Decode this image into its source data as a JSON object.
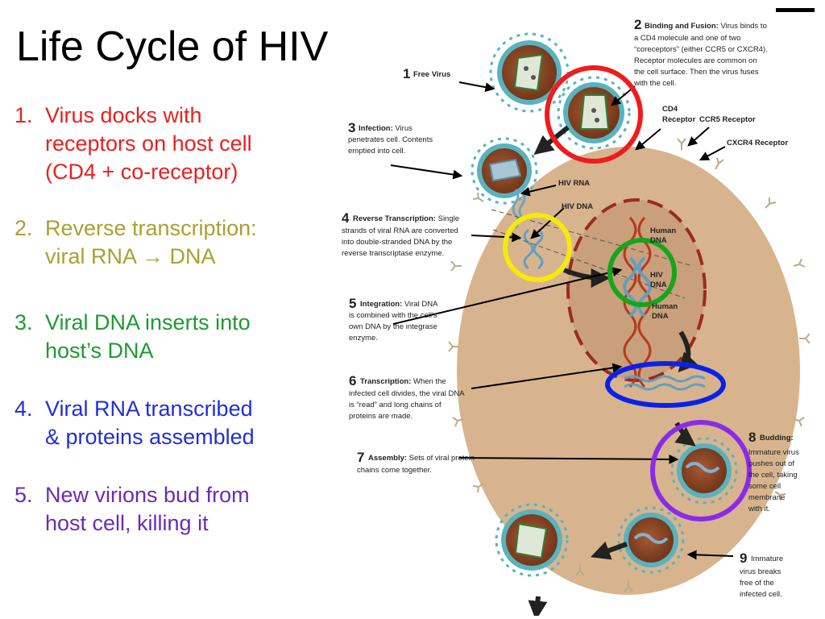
{
  "slide": {
    "title": "Life Cycle of HIV",
    "points": [
      {
        "num": "1.",
        "text": "Virus docks with\nreceptors on host cell\n(CD4 + co-receptor)",
        "color": "#e8211e"
      },
      {
        "num": "2.",
        "text": "Reverse transcription:\nviral RNA → DNA",
        "color": "#a9a033"
      },
      {
        "num": "3.",
        "text": "Viral DNA inserts into\nhost’s DNA",
        "color": "#1f9a31"
      },
      {
        "num": "4.",
        "text": "Viral RNA transcribed\n& proteins assembled",
        "color": "#1f2fd6"
      },
      {
        "num": "5.",
        "text": "New virions bud from\nhost cell, killing it",
        "color": "#6a2bb8"
      }
    ]
  },
  "diagram": {
    "steps": [
      {
        "num": "1",
        "title": "Free Virus",
        "body": []
      },
      {
        "num": "2",
        "title": "Binding and Fusion:",
        "body": [
          " Virus binds to",
          "a CD4 molecule and one of two",
          "“coreceptors” (either CCR5 or CXCR4).",
          "Receptor molecules are common on",
          "the cell surface.  Then the virus fuses",
          "with the cell."
        ]
      },
      {
        "num": "3",
        "title": "Infection:",
        "body": [
          " Virus",
          "penetrates cell.  Contents",
          "emptied into cell."
        ]
      },
      {
        "num": "4",
        "title": "Reverse Transcription:",
        "body": [
          " Single",
          "strands of viral RNA are converted",
          "into double-stranded DNA by the",
          "reverse transcriptase enzyme."
        ]
      },
      {
        "num": "5",
        "title": "Integration:",
        "body": [
          " Viral DNA",
          "is combined with the cell’s",
          "own DNA by the integrase",
          "enzyme."
        ]
      },
      {
        "num": "6",
        "title": "Transcription:",
        "body": [
          " When the",
          "infected cell divides, the viral DNA",
          "is “read” and long chains of",
          "proteins are made."
        ]
      },
      {
        "num": "7",
        "title": "Assembly:",
        "body": [
          " Sets of viral protein",
          "chains come together."
        ]
      },
      {
        "num": "8",
        "title": "Budding:",
        "body": [
          "Immature virus",
          "pushes out of",
          "the cell, taking",
          "some cell",
          "membrane",
          "with it."
        ]
      },
      {
        "num": "9",
        "title": "Immature",
        "body": [
          "virus breaks",
          "free of the",
          "infected cell."
        ]
      }
    ],
    "labels": {
      "cd4": [
        "CD4",
        "Receptor"
      ],
      "ccr5": "CCR5 Receptor",
      "cxcr4": "CXCR4 Receptor",
      "hiv_rna": "HIV RNA",
      "hiv_dna": "HIV DNA",
      "human_dna_top": [
        "Human",
        "DNA"
      ],
      "hiv_dna_nuc": [
        "HIV",
        "DNA"
      ],
      "human_dna_bottom": [
        "Human",
        "DNA"
      ]
    },
    "highlight_colors": {
      "binding": "#ee1c1c",
      "reverse_transcription": "#f5ea0a",
      "integration": "#17a51b",
      "transcription": "#0a22e6",
      "budding": "#8a2be8"
    },
    "cell_color": "#d8b48e",
    "virion_core_color": "#8c4524",
    "virion_envelope_color": "#58b3bf"
  }
}
